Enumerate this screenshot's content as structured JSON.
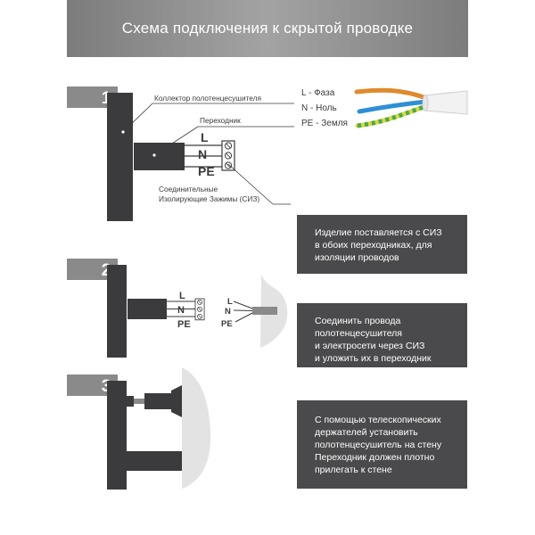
{
  "header": {
    "title": "Схема подключения к скрытой проводке"
  },
  "colors": {
    "header_bg": "#8f8f8f",
    "dark": "#3b3b3d",
    "step_tab": "#8a8a8a",
    "wall": "#e3e3e3",
    "callout_bg": "#4a4a4c",
    "wire_phase": "#e08a2c",
    "wire_neutral": "#2e8fd6",
    "wire_earth_yellow": "#e4d43a",
    "wire_earth_green": "#3fae52",
    "cable_sheath": "#f2f2f2"
  },
  "steps": [
    {
      "number": "1"
    },
    {
      "number": "2"
    },
    {
      "number": "3"
    }
  ],
  "step1": {
    "label_collector": "Коллектор полотенцесушителя",
    "label_adapter": "Переходник",
    "label_clamps_line1": "Соединительные",
    "label_clamps_line2": "Изолирующие Зажимы (СИЗ)",
    "wire_L": "L",
    "wire_N": "N",
    "wire_PE": "PE"
  },
  "step2": {
    "towel_L": "L",
    "towel_N": "N",
    "towel_PE": "PE",
    "wall_L": "L",
    "wall_N": "N",
    "wall_PE": "PE"
  },
  "legend": [
    {
      "text": "L - Фаза",
      "icon": "phase-wire"
    },
    {
      "text": "N - Ноль",
      "icon": "neutral-wire"
    },
    {
      "text": "PE - Земля",
      "icon": "earth-wire"
    }
  ],
  "callouts": [
    {
      "lines": [
        "Изделие поставляется с СИЗ",
        "в обоих переходниках, для",
        "изоляции проводов"
      ]
    },
    {
      "lines": [
        "Соединить провода",
        "полотенцесушителя",
        "и электросети через СИЗ",
        "и уложить их в переходник"
      ]
    },
    {
      "lines": [
        "С помощью телескопических",
        "держателей установить",
        "полотенцесушитель на стену",
        "Переходник должен плотно",
        "прилегать к стене"
      ]
    }
  ]
}
